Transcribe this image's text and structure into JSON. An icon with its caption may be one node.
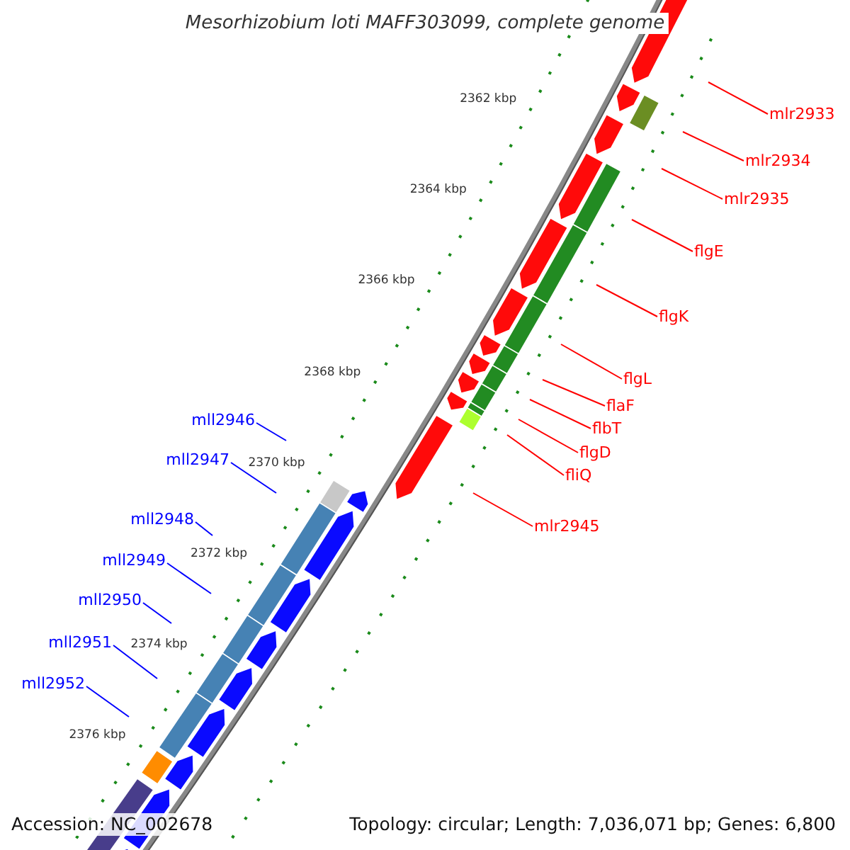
{
  "diagram": {
    "title": "Mesorhizobium loti MAFF303099, complete genome",
    "nodes": [
      {
        "text": [
          "mlr2933"
        ]
      },
      {
        "text": [
          "mlr2934"
        ]
      },
      {
        "text": [
          "mlr2935"
        ]
      },
      {
        "text": [
          "flgE"
        ]
      },
      {
        "text": [
          "flgK"
        ]
      },
      {
        "text": [
          "flgL"
        ]
      },
      {
        "text": [
          "flaF"
        ]
      },
      {
        "text": [
          "flbT"
        ]
      },
      {
        "text": [
          "flgD"
        ]
      },
      {
        "text": [
          "fliQ"
        ]
      },
      {
        "text": [
          "mlr2945"
        ]
      },
      {
        "text": [
          "mll2946"
        ]
      },
      {
        "text": [
          "mll2947"
        ]
      },
      {
        "text": [
          "mll2948"
        ]
      },
      {
        "text": [
          "mll2949"
        ]
      },
      {
        "text": [
          "mll2950"
        ]
      },
      {
        "text": [
          "mll2951"
        ]
      },
      {
        "text": [
          "mll2952"
        ]
      }
    ],
    "edges": [
      {
        "from": 0,
        "to": null,
        "arrow": "none"
      },
      {
        "from": 1,
        "to": null,
        "arrow": "none"
      },
      {
        "from": 2,
        "to": null,
        "arrow": "none"
      },
      {
        "from": 3,
        "to": null,
        "arrow": "none"
      },
      {
        "from": 4,
        "to": null,
        "arrow": "none"
      },
      {
        "from": 5,
        "to": null,
        "arrow": "none"
      },
      {
        "from": 6,
        "to": null,
        "arrow": "none"
      },
      {
        "from": 7,
        "to": null,
        "arrow": "none"
      },
      {
        "from": 8,
        "to": null,
        "arrow": "none"
      },
      {
        "from": 9,
        "to": null,
        "arrow": "none"
      },
      {
        "from": 10,
        "to": null,
        "arrow": "none"
      },
      {
        "from": 11,
        "to": null,
        "arrow": "none",
        "color": "#0000ff"
      },
      {
        "from": 12,
        "to": null,
        "arrow": "none",
        "color": "#0000ff"
      },
      {
        "from": 13,
        "to": null,
        "arrow": "none",
        "color": "#0000ff"
      },
      {
        "from": 14,
        "to": null,
        "arrow": "none",
        "color": "#0000ff"
      },
      {
        "from": 15,
        "to": null,
        "arrow": "none",
        "color": "#0000ff"
      },
      {
        "from": 16,
        "to": null,
        "arrow": "none",
        "color": "#0000ff"
      },
      {
        "from": 17,
        "to": null,
        "arrow": "none",
        "color": "#0000ff"
      }
    ],
    "labels": [
      "2362 kbp",
      "2364 kbp",
      "2366 kbp",
      "2368 kbp",
      "2370 kbp",
      "2372 kbp",
      "2374 kbp",
      "2376 kbp",
      "Accession: NC_002678",
      "Topology: circular; Length: 7,036,071 bp; Genes: 6,800"
    ]
  }
}
